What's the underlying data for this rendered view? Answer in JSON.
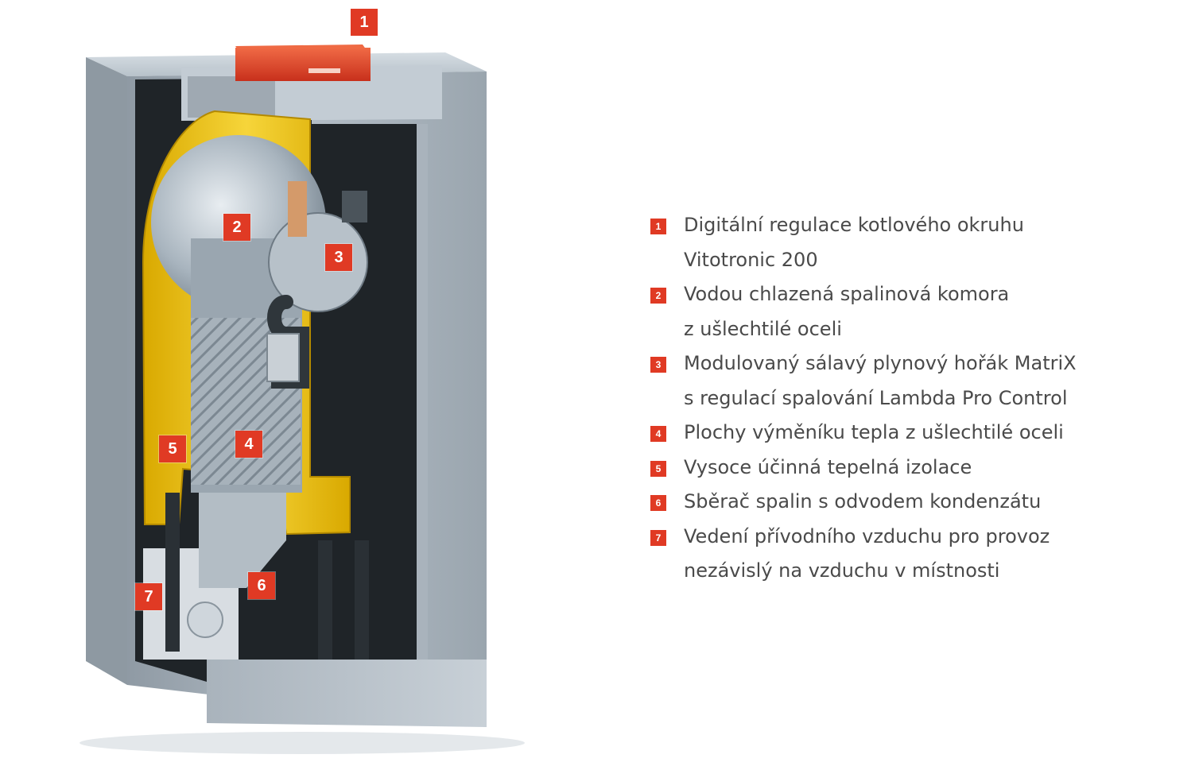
{
  "brand_color": "#e03a24",
  "text_color": "#4a4a4a",
  "markers": [
    "1",
    "2",
    "3",
    "4",
    "5",
    "6",
    "7"
  ],
  "legend": [
    {
      "num": "1",
      "lines": [
        "Digitální regulace kotlového okruhu",
        "Vitotronic 200"
      ]
    },
    {
      "num": "2",
      "lines": [
        "Vodou chlazená spalinová komora",
        "z ušlechtilé oceli"
      ]
    },
    {
      "num": "3",
      "lines": [
        "Modulovaný sálavý plynový hořák MatriX",
        "s regulací spalování Lambda Pro Control"
      ]
    },
    {
      "num": "4",
      "lines": [
        "Plochy výměníku tepla z ušlechtilé oceli"
      ]
    },
    {
      "num": "5",
      "lines": [
        "Vysoce účinná tepelná izolace"
      ]
    },
    {
      "num": "6",
      "lines": [
        "Sběrač spalin s odvodem kondenzátu"
      ]
    },
    {
      "num": "7",
      "lines": [
        "Vedení přívodního vzduchu pro provoz",
        "nezávislý na vzduchu v místnosti"
      ]
    }
  ]
}
